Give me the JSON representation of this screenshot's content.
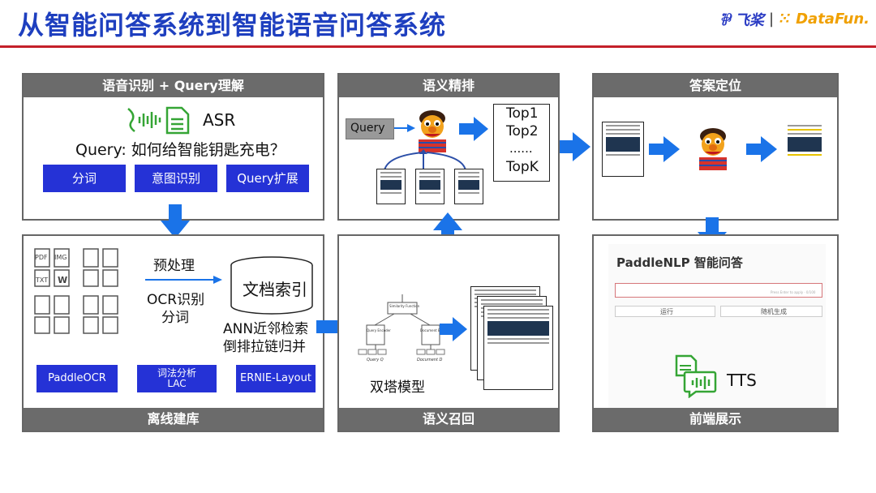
{
  "header": {
    "title": "从智能问答系统到智能语音问答系统",
    "logo_paddle": "飞桨",
    "logo_sep": "|",
    "logo_datafun": "DataFun."
  },
  "colors": {
    "title_blue": "#1e3fbf",
    "rule_red": "#c4202a",
    "button_blue": "#2532d6",
    "bar_gray": "#6b6b6b",
    "arrow_blue": "#1a73e8"
  },
  "panel_asr": {
    "bar": "语音识别 + Query理解",
    "asr_label": "ASR",
    "query_text": "Query: 如何给智能钥匙充电？",
    "buttons": [
      "分词",
      "意图识别",
      "Query扩展"
    ]
  },
  "panel_offline": {
    "bar": "离线建库",
    "file_labels": [
      "PDF",
      "IMG",
      "TXT",
      "W"
    ],
    "step_preprocess": "预处理",
    "step_ocr": "OCR识别",
    "step_seg": "分词",
    "step_ann": "ANN近邻检索",
    "step_inv": "倒排拉链归并",
    "db_label": "文档索引",
    "buttons": [
      "PaddleOCR",
      "词法分析\nLAC",
      "ERNIE-Layout"
    ]
  },
  "panel_rerank": {
    "bar": "语义精排",
    "query_label": "Query",
    "topk": [
      "Top1",
      "Top2",
      "......",
      "TopK"
    ]
  },
  "panel_recall": {
    "bar": "语义召回",
    "model_label": "双塔模型",
    "tower_top": "Similarity Function",
    "tower_left": "Query Encoder",
    "tower_right": "Document Encoder",
    "tower_left_sub": "Query Q",
    "tower_right_sub": "Document D"
  },
  "panel_locate": {
    "bar": "答案定位"
  },
  "panel_frontend": {
    "bar": "前端展示",
    "app_title": "PaddleNLP 智能问答",
    "input_hint": "Press Enter to apply · 0/100",
    "run_btn": "运行",
    "random_btn": "随机生成",
    "tts_label": "TTS"
  }
}
